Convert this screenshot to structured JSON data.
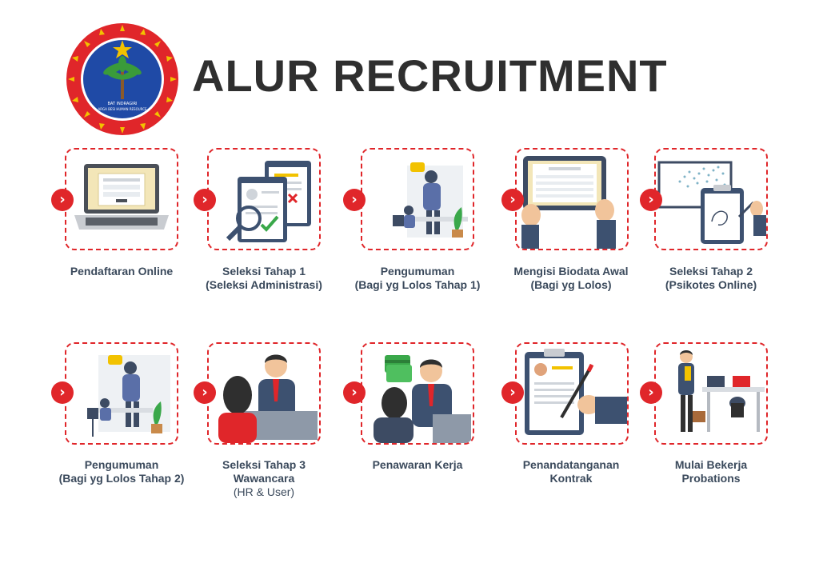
{
  "title": "ALUR RECRUITMENT",
  "logo": {
    "text_line1": "BAT INDRAGIRI",
    "text_line2": "ARGA BESI HUMAN RESOURCE",
    "colors": {
      "ring": "#e0262a",
      "inner": "#1f4aa6",
      "star": "#f2c200"
    }
  },
  "colors": {
    "accent": "#e0262a",
    "label": "#3b4a5c",
    "title": "#2f2f2f"
  },
  "steps": [
    {
      "id": 1,
      "line1": "Pendaftaran Online",
      "line2": "",
      "line3": "",
      "icon": "laptop-application-form-icon"
    },
    {
      "id": 2,
      "line1": "Seleksi Tahap 1",
      "line2": "(Seleksi Administrasi)",
      "line3": "",
      "icon": "document-magnifier-icon"
    },
    {
      "id": 3,
      "line1": "Pengumuman",
      "line2": "(Bagi yg Lolos Tahap 1)",
      "line3": "",
      "icon": "announcement-phone-icon"
    },
    {
      "id": 4,
      "line1": "Mengisi Biodata Awal",
      "line2": "(Bagi yg Lolos)",
      "line3": "",
      "icon": "tablet-form-icon"
    },
    {
      "id": 5,
      "line1": "Seleksi Tahap 2",
      "line2": "(Psikotes Online)",
      "line3": "",
      "icon": "clipboard-drawing-icon"
    },
    {
      "id": 6,
      "line1": "Pengumuman",
      "line2": "(Bagi yg Lolos Tahap 2)",
      "line3": "",
      "icon": "announcement-phone-icon"
    },
    {
      "id": 7,
      "line1": "Seleksi Tahap 3",
      "line2": "Wawancara",
      "line3": "(HR & User)",
      "icon": "interview-icon"
    },
    {
      "id": 8,
      "line1": "Penawaran Kerja",
      "line2": "",
      "line3": "",
      "icon": "job-offer-money-icon"
    },
    {
      "id": 9,
      "line1": "Penandatanganan",
      "line2": "Kontrak",
      "line3": "",
      "icon": "contract-signing-icon"
    },
    {
      "id": 10,
      "line1": "Mulai Bekerja",
      "line2": "Probations",
      "line3": "",
      "icon": "start-working-icon"
    }
  ]
}
